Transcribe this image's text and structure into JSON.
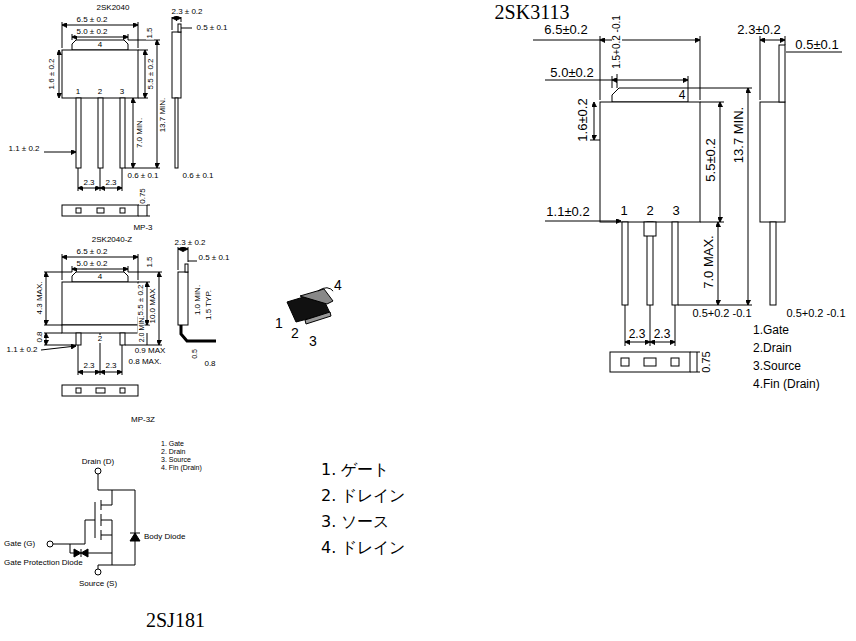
{
  "diagram": {
    "labels": [
      "2SK2040",
      "6.5 ± 0.2",
      "5.0 ± 0.2",
      "1.5",
      "2.3 ± 0.2",
      "0.5 ± 0.1",
      "4",
      "1.6 ± 0.2",
      "1",
      "2",
      "3",
      "5.5 ± 0.2",
      "13.7 MIN.",
      "1.1 ± 0.2",
      "7.0 MIN.",
      "0.6 ± 0.1",
      "0.6 ± 0.1",
      "2.3",
      "2.3",
      "0.75",
      "MP-3",
      "2SK2040-Z",
      "6.5 ± 0.2",
      "5.0 ± 0.2",
      "1.5",
      "2.3 ± 0.2",
      "0.5 ± 0.1",
      "4",
      "4.3 MAX.",
      "0.8",
      "5.5 ± 0.2",
      "2.0 MIN.",
      "10.0 MAX",
      "1.0 MIN.",
      "1.5 TYP.",
      "2",
      "1.1 ± 0.2",
      "0.9 MAX",
      "0.8 MAX.",
      "0.5",
      "0.8",
      "2.3",
      "2.3",
      "MP-3Z",
      "1. Gate",
      "2. Drain",
      "3. Source",
      "4. Fin (Drain)",
      "Drain (D)",
      "Gate (G)",
      "Body Diode",
      "Gate Protection Diode",
      "Source (S)",
      "2SJ181",
      "4",
      "1",
      "2",
      "3",
      "1. ゲート",
      "2. ドレイン",
      "3. ソース",
      "4. ドレイン",
      "2SK3113",
      "6.5±0.2",
      "2.3±0.2",
      "1.5+0.2 -0.1",
      "0.5±0.1",
      "5.0±0.2",
      "4",
      "1.6±0.2",
      "1",
      "2",
      "3",
      "5.5±0.2",
      "13.7 MIN.",
      "1.1±0.2",
      "7.0 MAX.",
      "0.5+0.2 -0.1",
      "0.5+0.2 -0.1",
      "2.3",
      "2.3",
      "0.75",
      "1.Gate",
      "2.Drain",
      "3.Source",
      "4.Fin (Drain)"
    ]
  }
}
